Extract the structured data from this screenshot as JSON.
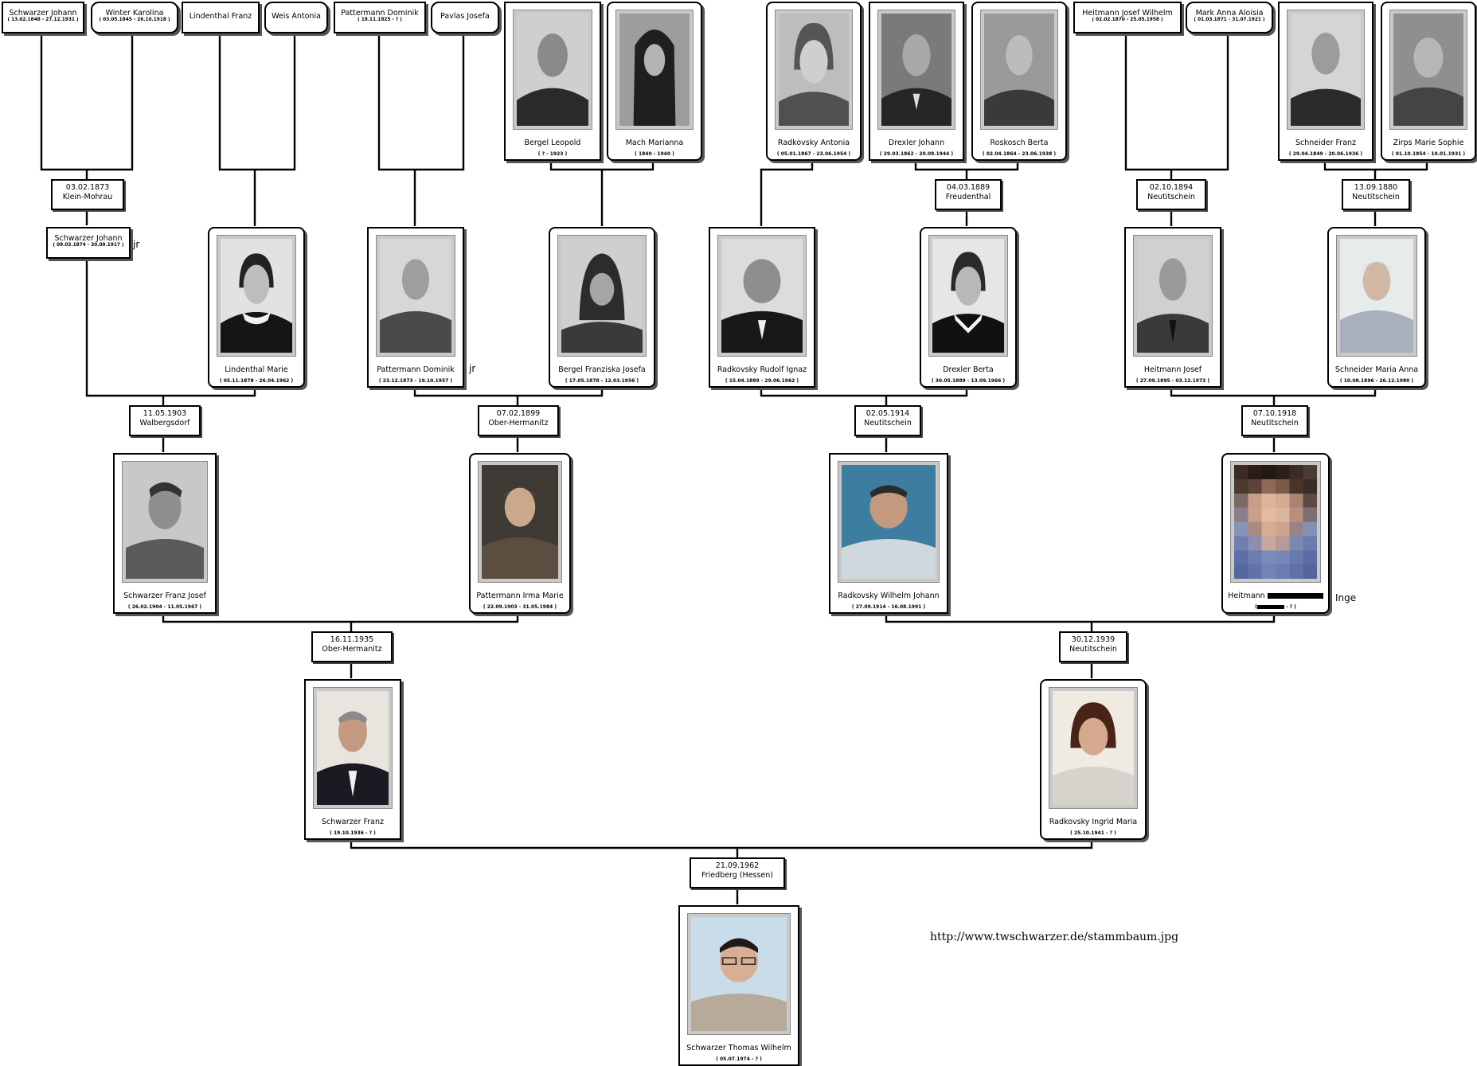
{
  "footer": {
    "url": "http://www.twschwarzer.de/stammbaum.jpg"
  },
  "persons": {
    "g4_schwarzer_johann": {
      "name": "Schwarzer Johann",
      "dates": "( 13.02.1848 - 27.12.1931 )"
    },
    "g4_winter_karolina": {
      "name": "Winter Karolina",
      "dates": "( 03.05.1845 - 26.10.1918 )"
    },
    "g4_lindenthal_franz": {
      "name": "Lindenthal Franz",
      "dates": ""
    },
    "g4_weis_antonia": {
      "name": "Weis Antonia",
      "dates": ""
    },
    "g4_pattermann_dominik": {
      "name": "Pattermann Dominik",
      "dates": "( 18.11.1825 - ? )"
    },
    "g4_pavlas_josefa": {
      "name": "Pavlas Josefa",
      "dates": ""
    },
    "g4_bergel_leopold": {
      "name": "Bergel Leopold",
      "dates": "( ? - 1923 )"
    },
    "g4_mach_marianna": {
      "name": "Mach Marianna",
      "dates": "( 1840 - 1940 )"
    },
    "g4_radkovsky_antonia": {
      "name": "Radkovsky Antonia",
      "dates": "( 05.01.1867 - 23.06.1954 )"
    },
    "g4_drexler_johann": {
      "name": "Drexler Johann",
      "dates": "( 29.03.1862 - 20.09.1944 )"
    },
    "g4_roskosch_berta": {
      "name": "Roskosch Berta",
      "dates": "( 02.04.1864 - 23.06.1938 )"
    },
    "g4_heitmann_josef_wilhelm": {
      "name": "Heitmann Josef Wilhelm",
      "dates": "( 02.02.1870 - 25.05.1958 )"
    },
    "g4_mark_anna_aloisia": {
      "name": "Mark Anna Aloisia",
      "dates": "( 01.03.1871 - 31.07.1921 )"
    },
    "g4_schneider_franz": {
      "name": "Schneider Franz",
      "dates": "( 29.04.1849 - 20.06.1936 )"
    },
    "g4_zirps_marie_sophie": {
      "name": "Zirps Marie Sophie",
      "dates": "( 01.10.1854 - 10.01.1931 )"
    },
    "g3_schwarzer_johann": {
      "name": "Schwarzer Johann",
      "dates": "( 09.03.1874 - 30.09.1917 )",
      "suffix": "jr"
    },
    "g3_lindenthal_marie": {
      "name": "Lindenthal Marie",
      "dates": "( 05.11.1878 - 26.04.1962 )"
    },
    "g3_pattermann_dominik": {
      "name": "Pattermann Dominik",
      "dates": "( 23.12.1873 - 19.10.1957 )",
      "suffix": "jr"
    },
    "g3_bergel_franziska": {
      "name": "Bergel Franziska Josefa",
      "dates": "( 17.05.1878 - 12.03.1956 )"
    },
    "g3_radkovsky_rudolf": {
      "name": "Radkovsky Rudolf Ignaz",
      "dates": "( 15.04.1889 - 29.06.1962 )"
    },
    "g3_drexler_berta": {
      "name": "Drexler Berta",
      "dates": "( 30.05.1889 - 13.09.1966 )"
    },
    "g3_heitmann_josef": {
      "name": "Heitmann Josef",
      "dates": "( 27.09.1895 - 03.12.1973 )"
    },
    "g3_schneider_maria_anna": {
      "name": "Schneider Maria Anna",
      "dates": "( 10.08.1896 - 26.12.1980 )"
    },
    "g2_schwarzer_franz_josef": {
      "name": "Schwarzer Franz Josef",
      "dates": "( 26.02.1904 - 11.05.1967 )"
    },
    "g2_pattermann_irma": {
      "name": "Pattermann Irma Marie",
      "dates": "( 22.09.1903 - 31.05.1984 )"
    },
    "g2_radkovsky_wilhelm": {
      "name": "Radkovsky Wilhelm Johann",
      "dates": "( 27.09.1914 - 16.08.1991 )"
    },
    "g2_heitmann": {
      "name": "Heitmann",
      "dates": " - ? )",
      "suffix": "Inge"
    },
    "g1_schwarzer_franz": {
      "name": "Schwarzer Franz",
      "dates": "( 19.10.1936 - ? )"
    },
    "g1_radkovsky_ingrid": {
      "name": "Radkovsky Ingrid Maria",
      "dates": "( 25.10.1941 - ? )"
    },
    "g0_schwarzer_thomas": {
      "name": "Schwarzer Thomas Wilhelm",
      "dates": "( 05.07.1974 - ? )"
    }
  },
  "marriages": {
    "m_1873": {
      "date": "03.02.1873",
      "place": "Klein-Mohrau"
    },
    "m_1889": {
      "date": "04.03.1889",
      "place": "Freudenthal"
    },
    "m_1894": {
      "date": "02.10.1894",
      "place": "Neutitschein"
    },
    "m_1880": {
      "date": "13.09.1880",
      "place": "Neutitschein"
    },
    "m_1903": {
      "date": "11.05.1903",
      "place": "Walbergsdorf"
    },
    "m_1899": {
      "date": "07.02.1899",
      "place": "Ober-Hermanitz"
    },
    "m_1914": {
      "date": "02.05.1914",
      "place": "Neutitschein"
    },
    "m_1918": {
      "date": "07.10.1918",
      "place": "Neutitschein"
    },
    "m_1935": {
      "date": "16.11.1935",
      "place": "Ober-Hermanitz"
    },
    "m_1939": {
      "date": "30.12.1939",
      "place": "Neutitschein"
    },
    "m_1962": {
      "date": "21.09.1962",
      "place": "Friedberg (Hessen)"
    }
  }
}
